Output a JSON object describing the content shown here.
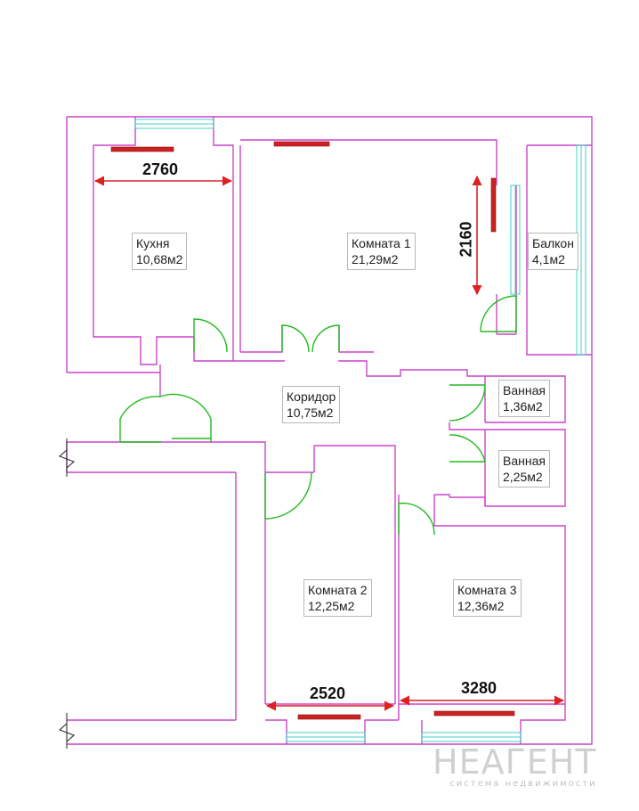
{
  "colors": {
    "wall": "#cc44cc",
    "door": "#22bb22",
    "window": "#44cccc",
    "dimension": "#dd2222",
    "radiator": "#cc2222"
  },
  "rooms": {
    "kitchen": {
      "name": "Кухня",
      "area": "10,68м2"
    },
    "room1": {
      "name": "Комната 1",
      "area": "21,29м2"
    },
    "balcony": {
      "name": "Балкон",
      "area": "4,1м2"
    },
    "corridor": {
      "name": "Коридор",
      "area": "10,75м2"
    },
    "bath1": {
      "name": "Ванная",
      "area": "1,36м2"
    },
    "bath2": {
      "name": "Ванная",
      "area": "2,25м2"
    },
    "room2": {
      "name": "Комната 2",
      "area": "12,25м2"
    },
    "room3": {
      "name": "Комната 3",
      "area": "12,36м2"
    }
  },
  "dimensions": {
    "kitchen_width": "2760",
    "room1_height": "2160",
    "room2_width": "2520",
    "room3_width": "3280"
  },
  "watermark": {
    "brand": "НЕАГЕНТ",
    "tagline": "система недвижимости"
  }
}
